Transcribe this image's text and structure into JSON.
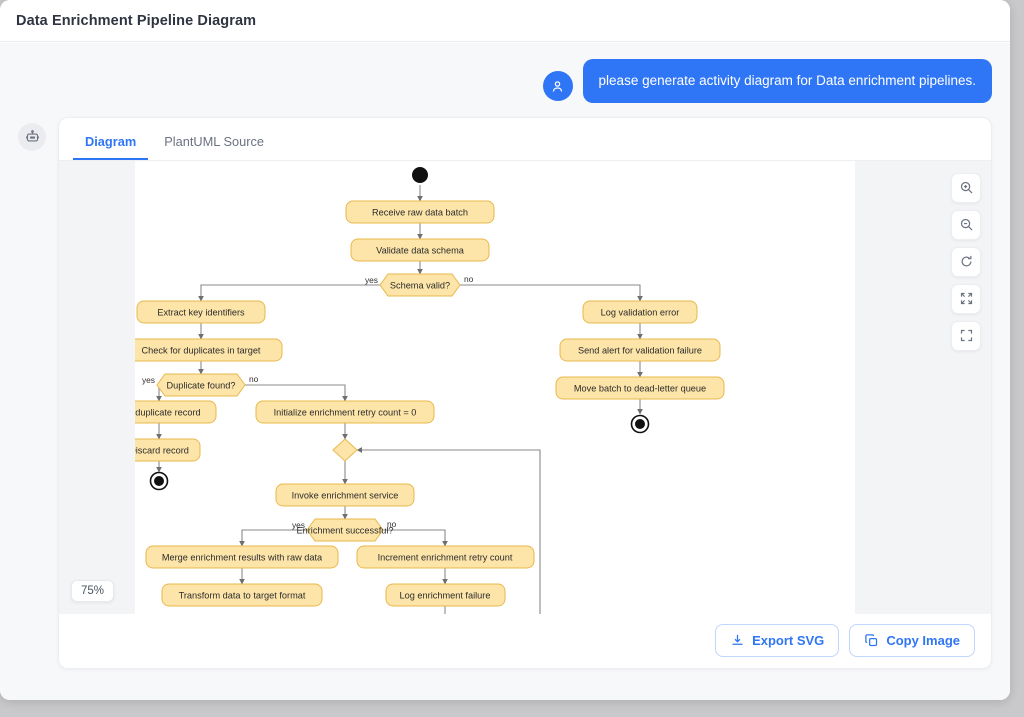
{
  "window": {
    "title": "Data Enrichment Pipeline Diagram"
  },
  "chat": {
    "user_avatar_icon": "user-icon",
    "user_message": "please generate activity diagram for Data enrichment pipelines.",
    "bot_avatar_icon": "robot-icon"
  },
  "card": {
    "tabs": [
      {
        "label": "Diagram",
        "active": true
      },
      {
        "label": "PlantUML Source",
        "active": false
      }
    ],
    "zoom_level": "75%",
    "viewer_tools": [
      {
        "name": "zoom-in-icon",
        "title": "Zoom in"
      },
      {
        "name": "zoom-out-icon",
        "title": "Zoom out"
      },
      {
        "name": "reset-icon",
        "title": "Reset view"
      },
      {
        "name": "fit-screen-icon",
        "title": "Fit to screen"
      },
      {
        "name": "fullscreen-icon",
        "title": "Fullscreen"
      }
    ],
    "footer": {
      "export_label": "Export SVG",
      "export_icon": "download-icon",
      "copy_label": "Copy Image",
      "copy_icon": "copy-icon"
    }
  },
  "colors": {
    "accent": "#2f76f6",
    "node_fill": "#fde5a9",
    "node_stroke": "#e8b84b",
    "edge": "#8a8a8a",
    "canvas": "#ffffff",
    "viewport_bg": "#f3f4f6"
  },
  "diagram": {
    "type": "uml-activity-diagram",
    "nodes": [
      {
        "id": "start",
        "kind": "start-node",
        "label": ""
      },
      {
        "id": "n1",
        "kind": "action",
        "label": "Receive raw data batch"
      },
      {
        "id": "n2",
        "kind": "action",
        "label": "Validate data schema"
      },
      {
        "id": "d1",
        "kind": "decision",
        "label": "Schema valid?"
      },
      {
        "id": "n3",
        "kind": "action",
        "label": "Extract key identifiers"
      },
      {
        "id": "n4",
        "kind": "action",
        "label": "Check for duplicates in target"
      },
      {
        "id": "d2",
        "kind": "decision",
        "label": "Duplicate found?"
      },
      {
        "id": "n5",
        "kind": "action",
        "label": "Log duplicate record"
      },
      {
        "id": "n6",
        "kind": "action",
        "label": "Discard record"
      },
      {
        "id": "end1",
        "kind": "end-node",
        "label": ""
      },
      {
        "id": "n7",
        "kind": "action",
        "label": "Initialize enrichment retry count = 0"
      },
      {
        "id": "m1",
        "kind": "merge",
        "label": ""
      },
      {
        "id": "n8",
        "kind": "action",
        "label": "Invoke enrichment service"
      },
      {
        "id": "d3",
        "kind": "decision",
        "label": "Enrichment successful?"
      },
      {
        "id": "n9",
        "kind": "action",
        "label": "Merge enrichment results with raw data"
      },
      {
        "id": "n10",
        "kind": "action",
        "label": "Transform data to target format"
      },
      {
        "id": "n11",
        "kind": "action",
        "label": "Increment enrichment retry count"
      },
      {
        "id": "n12",
        "kind": "action",
        "label": "Log enrichment failure"
      },
      {
        "id": "n13",
        "kind": "action",
        "label": "Log validation error"
      },
      {
        "id": "n14",
        "kind": "action",
        "label": "Send alert for validation failure"
      },
      {
        "id": "n15",
        "kind": "action",
        "label": "Move batch to dead-letter queue"
      },
      {
        "id": "end2",
        "kind": "end-node",
        "label": ""
      }
    ],
    "edge_labels": {
      "d1_yes": "yes",
      "d1_no": "no",
      "d2_yes": "yes",
      "d2_no": "no",
      "d3_yes": "yes",
      "d3_no": "no"
    }
  }
}
